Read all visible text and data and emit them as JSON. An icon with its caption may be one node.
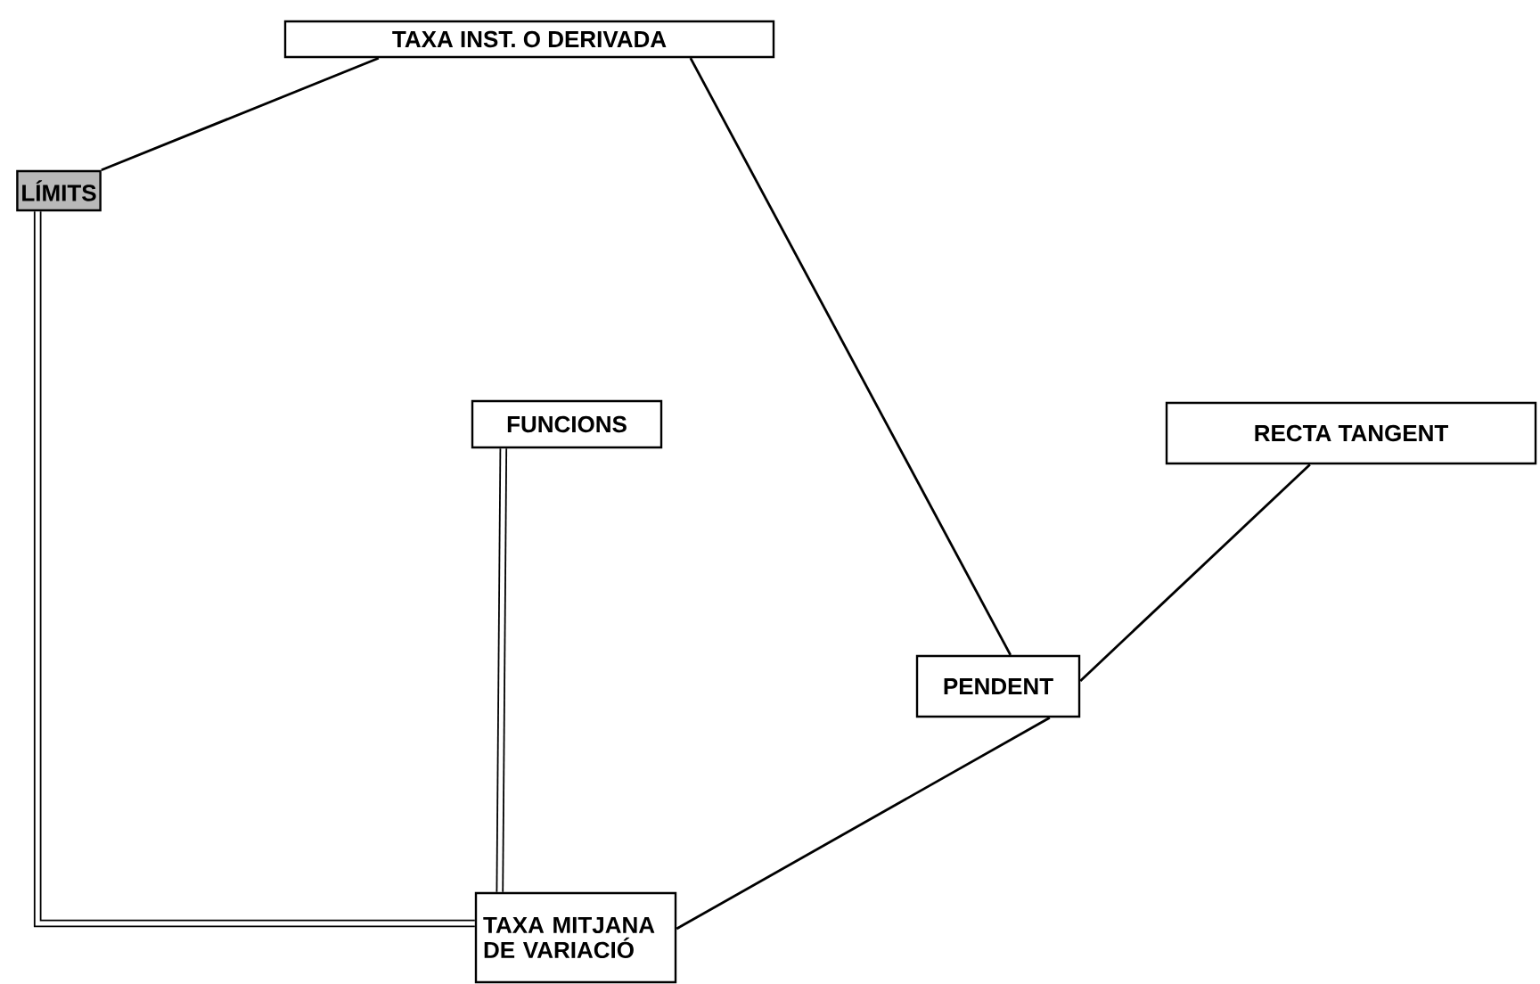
{
  "diagram": {
    "nodes": [
      {
        "text": [
          "TAXA INST. O DERIVADA"
        ]
      },
      {
        "text": [
          "LÍMITS"
        ]
      },
      {
        "text": [
          "FUNCIONS"
        ]
      },
      {
        "text": [
          "RECTA TANGENT"
        ]
      },
      {
        "text": [
          "PENDENT"
        ]
      },
      {
        "text": [
          "TAXA MITJANA DE VARIACIÓ"
        ]
      }
    ],
    "edges": [
      {
        "from": 0,
        "to": 1,
        "arrow": "none"
      },
      {
        "from": 0,
        "to": 4,
        "arrow": "none"
      },
      {
        "from": 3,
        "to": 4,
        "arrow": "none"
      },
      {
        "from": 4,
        "to": 5,
        "arrow": "none"
      },
      {
        "from": 2,
        "to": 5,
        "arrow": "none",
        "style": "thick"
      },
      {
        "from": 1,
        "to": 5,
        "arrow": "none",
        "style": "thick"
      }
    ]
  }
}
